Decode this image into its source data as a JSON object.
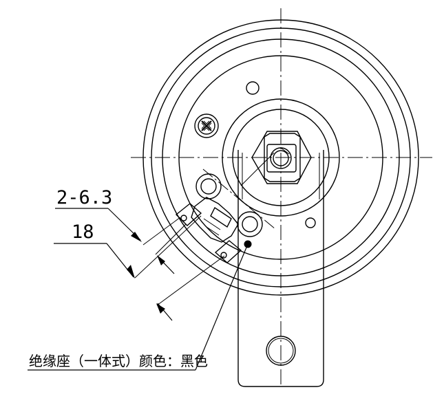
{
  "dimensions": {
    "terminal_width": "2-6.3",
    "terminal_spacing": "18"
  },
  "callout": {
    "note": "绝缘座（一体式）颜色：黑色"
  },
  "colors": {
    "line": "#000000",
    "background": "#ffffff"
  }
}
